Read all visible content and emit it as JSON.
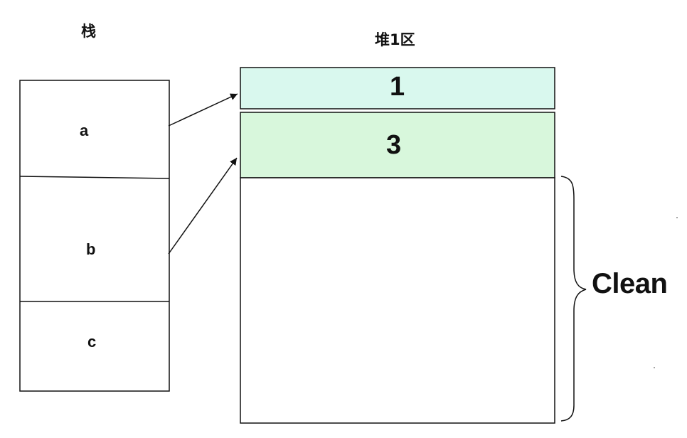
{
  "stack": {
    "title": "栈",
    "cells": [
      {
        "label": "a"
      },
      {
        "label": "b"
      },
      {
        "label": "c"
      }
    ]
  },
  "heap": {
    "title": "堆1区",
    "blocks": [
      {
        "label": "1",
        "fill": "#d9f8ee"
      },
      {
        "label": "3",
        "fill": "#d8f7dc"
      }
    ],
    "clean_label": "Clean"
  },
  "colors": {
    "stroke": "#111111",
    "background": "#ffffff",
    "text": "#111111"
  }
}
